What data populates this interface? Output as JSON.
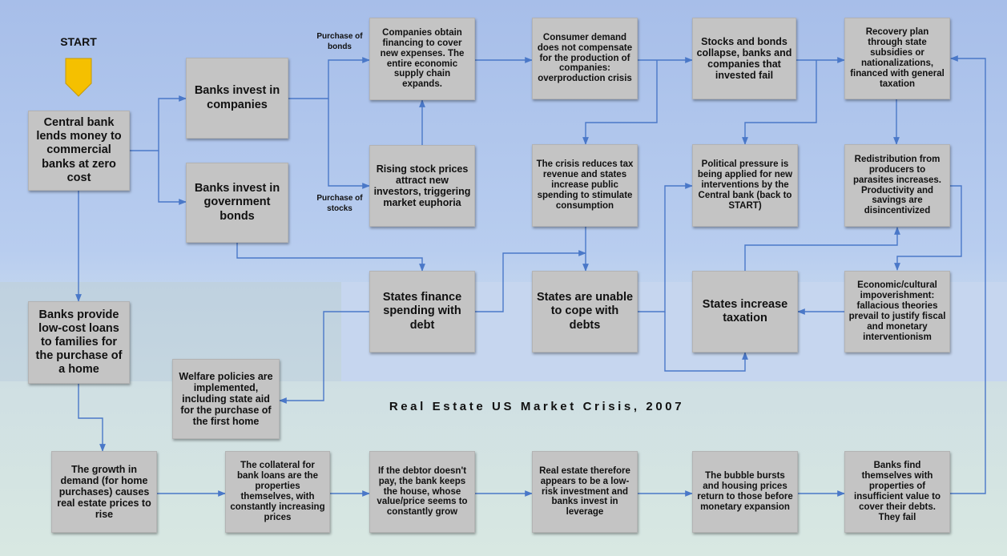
{
  "labels": {
    "start": "START",
    "purchase_of_bonds": "Purchase of bonds",
    "purchase_of_stocks": "Purchase of stocks",
    "title": "Real Estate US Market Crisis, 2007"
  },
  "colors": {
    "box_fill": "#c4c4c4",
    "arrow": "#4a78c8",
    "start_marker": "#f5c000",
    "background_top": "#a7bee9",
    "background_bottom": "#d6e6e4"
  },
  "nodes": {
    "central_bank": "Central bank lends money to commercial banks at zero cost",
    "banks_invest_companies": "Banks invest in companies",
    "banks_invest_bonds": "Banks invest in government bonds",
    "companies_financing": "Companies obtain financing to cover new expenses. The entire economic supply chain expands.",
    "stock_prices": "Rising stock prices attract new investors, triggering market euphoria",
    "consumer_demand": "Consumer demand does not compensate for the production of companies: overproduction crisis",
    "stocks_collapse": "Stocks and bonds collapse, banks and companies that invested fail",
    "recovery_plan": "Recovery plan through state subsidies or nationalizations, financed with general taxation",
    "crisis_reduces": "The crisis reduces tax revenue and states increase public spending to stimulate consumption",
    "political_pressure": "Political pressure is being applied for new interventions by the Central bank (back to START)",
    "redistribution": "Redistribution from producers to parasites increases. Productivity and savings are disincentivized",
    "states_finance": "States finance spending with debt",
    "states_unable": "States are unable to cope with debts",
    "states_taxation": "States increase taxation",
    "impoverishment": "Economic/cultural impoverishment: fallacious theories prevail to justify fiscal and monetary interventionism",
    "banks_loans": "Banks provide low-cost loans to families for the purchase of a home",
    "welfare": "Welfare policies are implemented, including state aid for the purchase of the first home",
    "growth_demand": "The growth in demand (for home purchases) causes real estate prices to rise",
    "collateral": "The collateral for bank loans are the properties themselves, with constantly increasing prices",
    "debtor": "If the debtor doesn't pay, the bank keeps the house, whose value/price seems to constantly grow",
    "low_risk": "Real estate therefore appears to be a low-risk investment and banks invest in leverage",
    "bubble_bursts": "The bubble bursts and housing prices return to those before monetary expansion",
    "banks_fail": "Banks find themselves with properties of insufficient value to cover their debts. They fail"
  }
}
